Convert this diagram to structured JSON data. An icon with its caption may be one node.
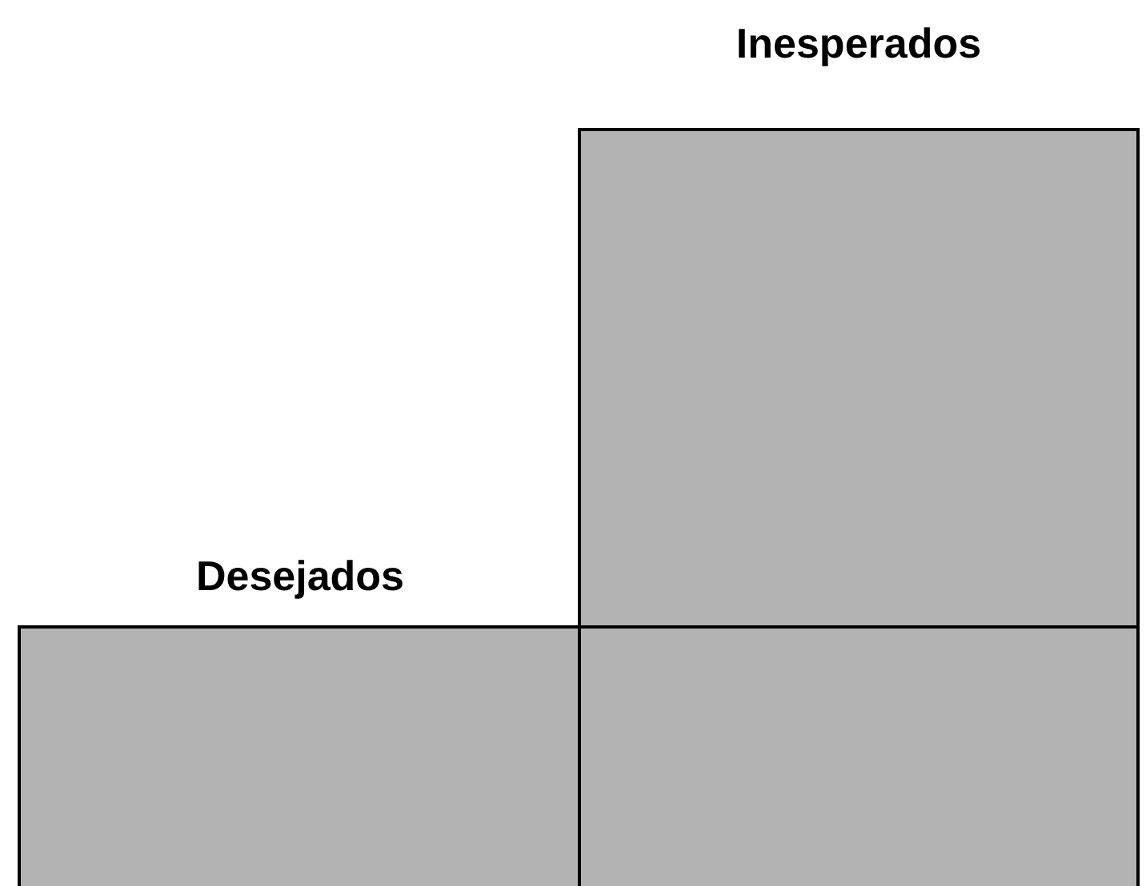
{
  "diagram": {
    "nodes": [
      {
        "text": [
          "Desejados"
        ]
      },
      {
        "text": [
          "Inesperados"
        ]
      },
      {
        "text": [],
        "shape": "box"
      }
    ]
  }
}
